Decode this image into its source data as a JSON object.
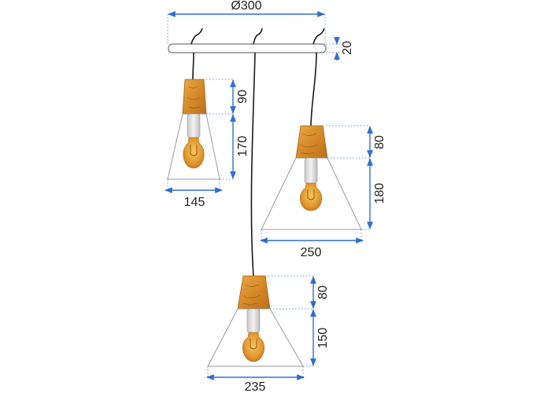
{
  "colors": {
    "dimension_line": "#2f6fd0",
    "guide_dotted": "#6a8fc4",
    "wood": "#d8902e",
    "wood_dark": "#a0601a",
    "bulb_glow": "#e8a23a",
    "socket": "#dcdcdc",
    "cord": "#1a1a1a"
  },
  "dimensions": {
    "canopy_diameter": "Ø300",
    "canopy_height": "20",
    "lamp_left": {
      "top_height": "90",
      "shade_height": "170",
      "width": "145"
    },
    "lamp_right": {
      "top_height": "80",
      "shade_height": "180",
      "width": "250"
    },
    "lamp_bottom": {
      "top_height": "80",
      "shade_height": "150",
      "width": "235"
    }
  }
}
